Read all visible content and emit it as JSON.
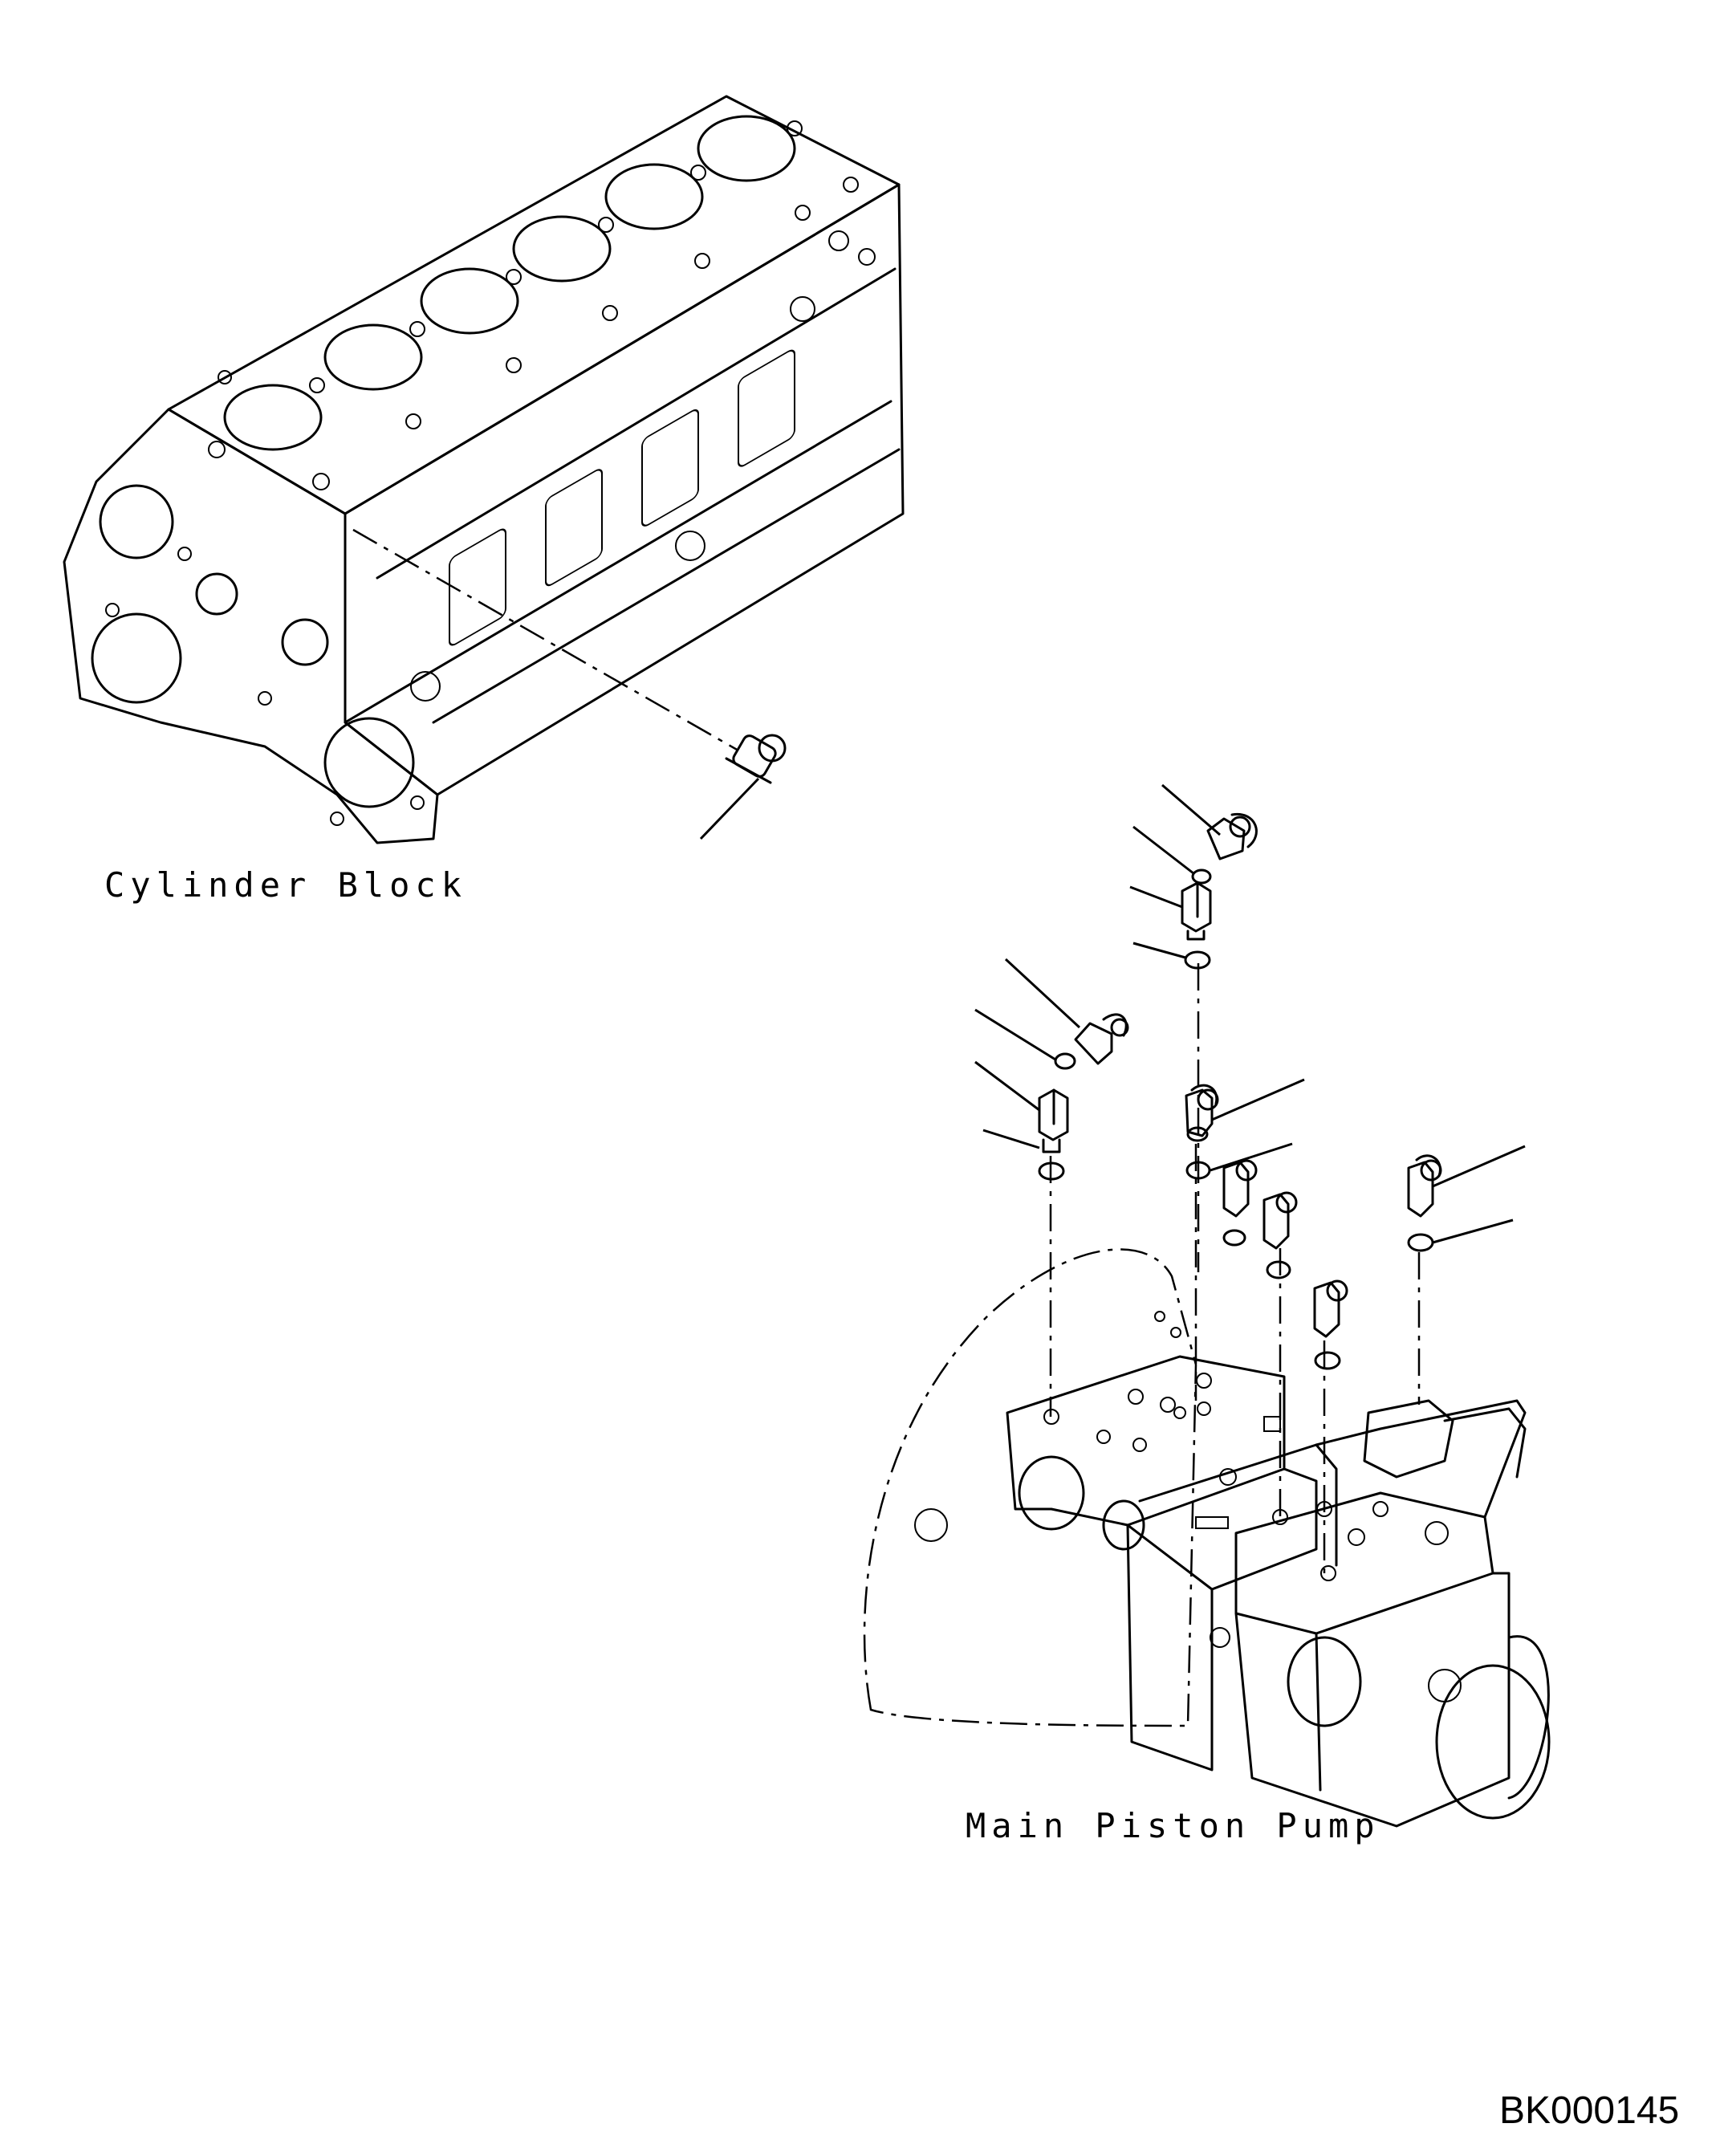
{
  "labels": {
    "cylinder_block": "Cylinder Block",
    "main_piston_pump": "Main Piston Pump",
    "drawing_id": "BK000145"
  }
}
